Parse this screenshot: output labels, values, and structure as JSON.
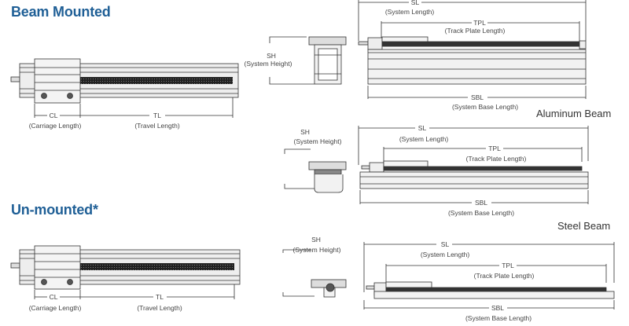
{
  "sections": {
    "beam_mounted": "Beam Mounted",
    "un_mounted": "Un-mounted*"
  },
  "beam_types": {
    "aluminum": "Aluminum Beam",
    "steel": "Steel Beam"
  },
  "dimensions": {
    "CL": {
      "abbr": "CL",
      "label": "(Carriage Length)"
    },
    "TL": {
      "abbr": "TL",
      "label": "(Travel Length)"
    },
    "SH": {
      "abbr": "SH",
      "label": "(System Height)"
    },
    "SL": {
      "abbr": "SL",
      "label": "(System Length)"
    },
    "TPL": {
      "abbr": "TPL",
      "label": "(Track Plate Length)"
    },
    "SBL": {
      "abbr": "SBL",
      "label": "(System Base Length)"
    }
  }
}
